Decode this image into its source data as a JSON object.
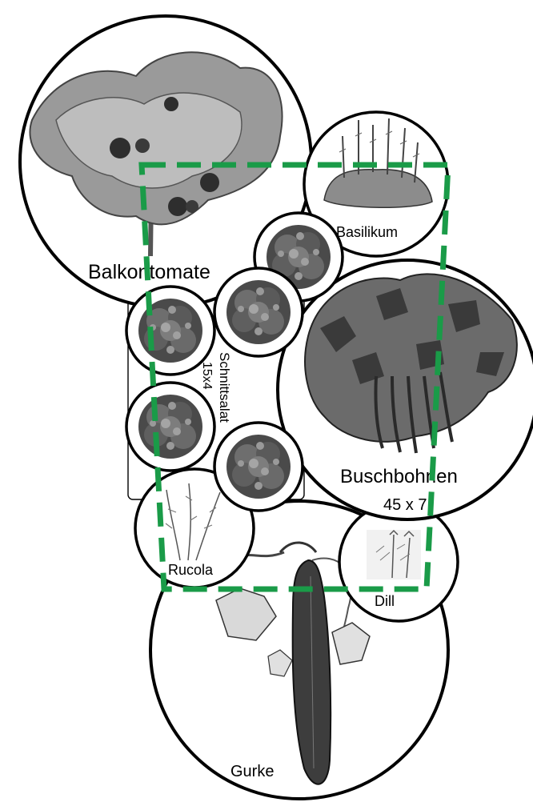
{
  "plants": {
    "balkontomate": {
      "label": "Balkontomate",
      "icon": "tomato-plant-icon"
    },
    "basilikum": {
      "label": "Basilikum",
      "icon": "basil-plant-icon"
    },
    "buschbohnen": {
      "label": "Buschbohnen",
      "spacing": "45 x 7",
      "icon": "bean-plant-icon"
    },
    "schnittsalat": {
      "label": "Schnittsalat",
      "spacing": "15x4",
      "icon": "lettuce-icon"
    },
    "rucola": {
      "label": "Rucola",
      "icon": "rocket-plant-icon"
    },
    "dill": {
      "label": "Dill",
      "icon": "dill-plant-icon"
    },
    "gurke": {
      "label": "Gurke",
      "icon": "cucumber-plant-icon"
    }
  },
  "bed_outline": {
    "style": "dashed",
    "color": "#1a9b48"
  },
  "colors": {
    "circle_stroke": "#000000",
    "background": "#ffffff",
    "leaf_dark": "#3a3a3a",
    "leaf_light": "#8a8a8a"
  }
}
